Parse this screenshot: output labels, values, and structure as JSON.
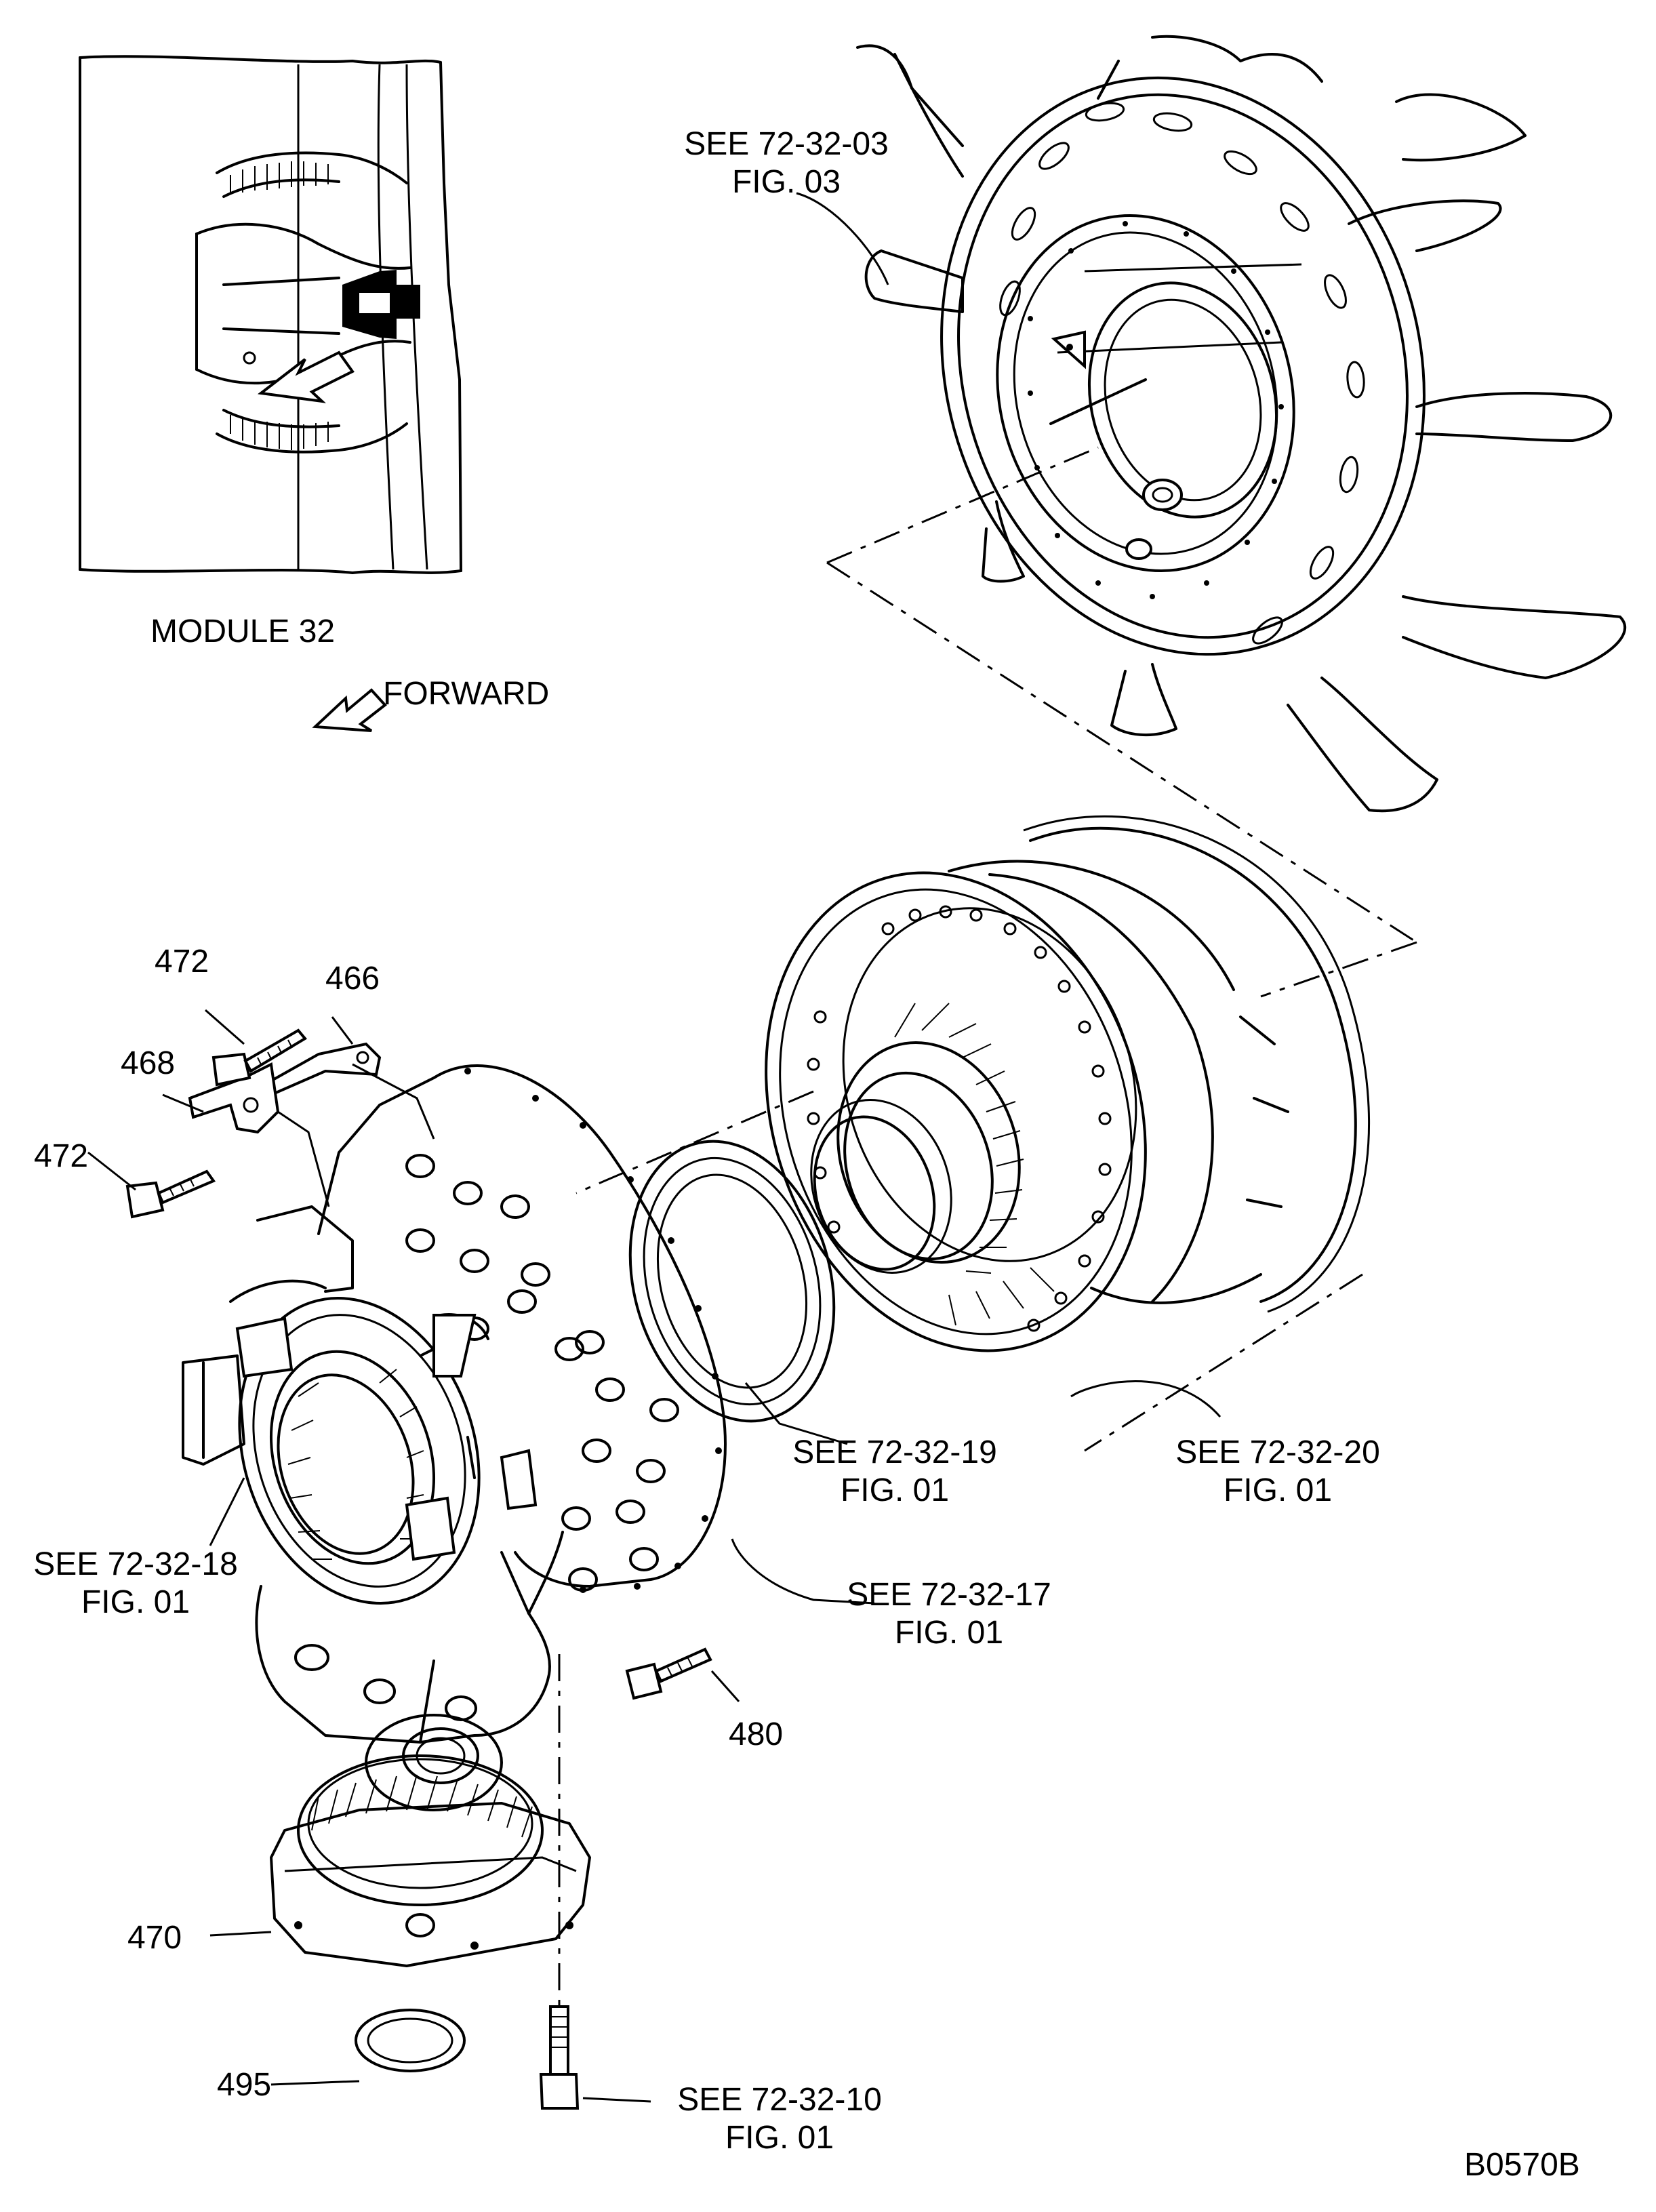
{
  "drawing_id": "B0570B",
  "inset": {
    "caption": "MODULE 32"
  },
  "orientation": {
    "label": "FORWARD"
  },
  "references": [
    {
      "id": "ref-72-32-03",
      "line1": "SEE  72-32-03",
      "line2": "FIG. 03"
    },
    {
      "id": "ref-72-32-19",
      "line1": "SEE  72-32-19",
      "line2": "FIG. 01"
    },
    {
      "id": "ref-72-32-20",
      "line1": "SEE  72-32-20",
      "line2": "FIG. 01"
    },
    {
      "id": "ref-72-32-18",
      "line1": "SEE  72-32-18",
      "line2": "FIG. 01"
    },
    {
      "id": "ref-72-32-17",
      "line1": "SEE  72-32-17",
      "line2": "FIG. 01"
    },
    {
      "id": "ref-72-32-10",
      "line1": "SEE  72-32-10",
      "line2": "FIG. 01"
    }
  ],
  "callouts": [
    "472",
    "466",
    "468",
    "472",
    "480",
    "470",
    "495"
  ],
  "colors": {
    "ink": "#000000",
    "paper": "#ffffff"
  }
}
